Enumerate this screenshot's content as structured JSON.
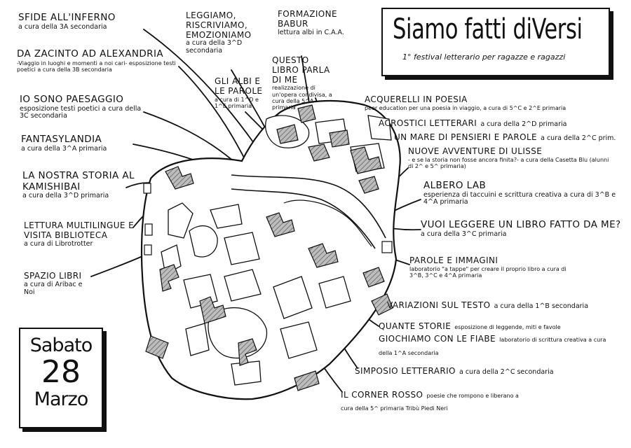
{
  "title": {
    "main": "Siamo fatti diVersi",
    "subtitle": "1° festival letterario per ragazze e ragazzi"
  },
  "date": {
    "day_name": "Sabato",
    "day": "28",
    "month": "Marzo"
  },
  "events": [
    {
      "title": "SFIDE ALL'INFERNO",
      "detail": "a cura della 3A secondaria"
    },
    {
      "title": "DA ZACINTO AD ALEXANDRIA",
      "detail": "-Viaggio in luoghi e momenti a noi cari- esposizione testi poetici a cura della 3B secondaria"
    },
    {
      "title": "IO SONO PAESAGGIO",
      "detail": "esposizione testi poetici a cura della 3C secondaria"
    },
    {
      "title": "FANTASYLANDIA",
      "detail": "a cura della 3^A primaria"
    },
    {
      "title": "LA NOSTRA STORIA AL KAMISHIBAI",
      "detail": "a cura della 3^D primaria"
    },
    {
      "title": "LETTURA MULTILINGUE e VISITA BIBLIOTECA",
      "detail": "a cura di Librotrotter"
    },
    {
      "title": "SPAZIO LIBRI",
      "detail": "a cura di Aribac e Noi"
    },
    {
      "title": "LEGGIAMO, RISCRIVIAMO, EMOZIONIAMO",
      "detail": "a cura della 3^D secondaria"
    },
    {
      "title": "GLI ALBI E LE PAROLE",
      "detail": "a cura di 1^D e 1^E primaria"
    },
    {
      "title": "FORMAZIONE BABUR",
      "detail": "lettura albi in C.A.A."
    },
    {
      "title": "QUESTO LIBRO PARLA DI ME",
      "detail": "realizzazione di un'opera condivisa, a cura della 5^A primaria"
    },
    {
      "title": "ACQUERELLI IN POESIA",
      "detail": "peer education per una poesia in viaggio, a cura di 5^C e 2^E primaria"
    },
    {
      "title": "ACROSTICI LETTERARI",
      "detail": "a cura della 2^D primaria"
    },
    {
      "title": "UN MARE DI PENSIERI E PAROLE",
      "detail": "a cura della 2^C prim."
    },
    {
      "title": "NUOVE AVVENTURE DI ULISSE",
      "detail": "- e se la storia non fosse ancora finita?- a cura della Casetta Blu (alunni di 2^ e 5^ primaria)"
    },
    {
      "title": "ALBERO LAB",
      "detail": "esperienza di taccuini e scrittura creativa a cura di 3^B e 4^A primaria"
    },
    {
      "title": "VUOI LEGGERE UN LIBRO FATTO DA ME?",
      "detail": "a cura della 3^C primaria"
    },
    {
      "title": "PAROLE E IMMAGINI",
      "detail": "laboratorio \"a tappe\" per creare il proprio libro a cura di 3^B, 3^C e 4^A primaria"
    },
    {
      "title": "VARIAZIONI SUL TESTO",
      "detail": "a cura della 1^B secondaria"
    },
    {
      "title": "QUANTE STORIE",
      "detail": "esposizione di leggende, miti e favole"
    },
    {
      "title": "GIOCHIAMO CON LE FIABE",
      "detail": "laboratorio di scrittura creativa a cura della 1^A secondaria"
    },
    {
      "title": "SIMPOSIO LETTERARIO",
      "detail": "a cura della 2^C secondaria"
    },
    {
      "title": "IL CORNER ROSSO",
      "detail": "poesie che rompono e liberano a cura della 5^ primaria Tribù Piedi Neri"
    }
  ],
  "colors": {
    "ink": "#111111",
    "paper": "#ffffff",
    "building_fill": "#9a9a9a",
    "water_fill": "#ffffff"
  }
}
